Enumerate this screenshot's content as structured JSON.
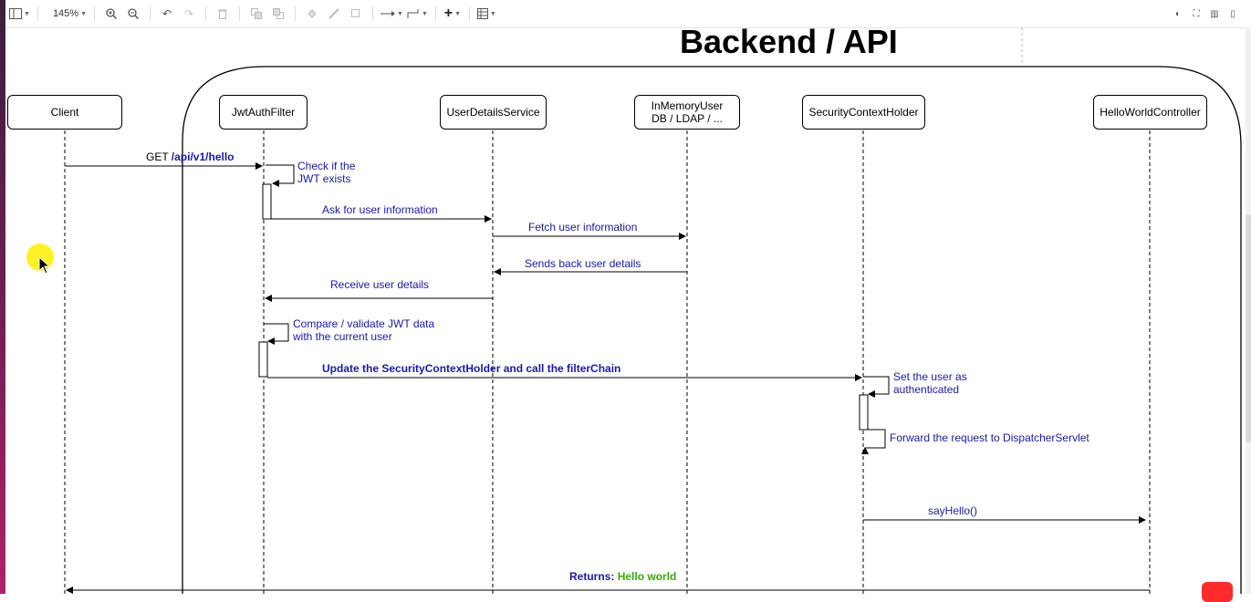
{
  "toolbar": {
    "zoom": "145%",
    "icons": [
      "panel-layout-icon",
      "zoom-in-icon",
      "zoom-out-icon",
      "undo-icon",
      "redo-icon",
      "delete-icon",
      "to-front-icon",
      "to-back-icon",
      "fill-color-icon",
      "line-color-icon",
      "shadow-icon",
      "connection-icon",
      "waypoints-icon",
      "insert-icon",
      "table-icon"
    ],
    "right_icons": [
      "theme-icon",
      "fullscreen-icon",
      "split-icon",
      "format-icon"
    ]
  },
  "diagram": {
    "title": "Backend / API",
    "participants": [
      {
        "id": "client",
        "label": "Client"
      },
      {
        "id": "jwt",
        "label": "JwtAuthFilter"
      },
      {
        "id": "uds",
        "label": "UserDetailsService"
      },
      {
        "id": "db",
        "label_line1": "InMemoryUser",
        "label_line2": "DB / LDAP / ..."
      },
      {
        "id": "sch",
        "label": "SecurityContextHolder"
      },
      {
        "id": "hwc",
        "label": "HelloWorldController"
      }
    ],
    "messages": {
      "get_prefix": "GET ",
      "get_path": "/api/v1/hello",
      "check_jwt_1": "Check if the",
      "check_jwt_2": "JWT exists",
      "ask_user": "Ask for user information",
      "fetch_user": "Fetch user information",
      "sends_back": "Sends back user details",
      "receive_user": "Receive user details",
      "compare_1": "Compare / validate JWT data",
      "compare_2": "with the current user",
      "update_sch": "Update the SecurityContextHolder and call the filterChain",
      "set_user_1": "Set the user as",
      "set_user_2": "authenticated",
      "forward": "Forward the request to DispatcherServlet",
      "say_hello": "sayHello()",
      "returns_label": "Returns:",
      "returns_value": "Hello world"
    },
    "colors": {
      "message_text": "#1a1aa6",
      "return_value": "#3aa80a",
      "line": "#000000"
    }
  }
}
